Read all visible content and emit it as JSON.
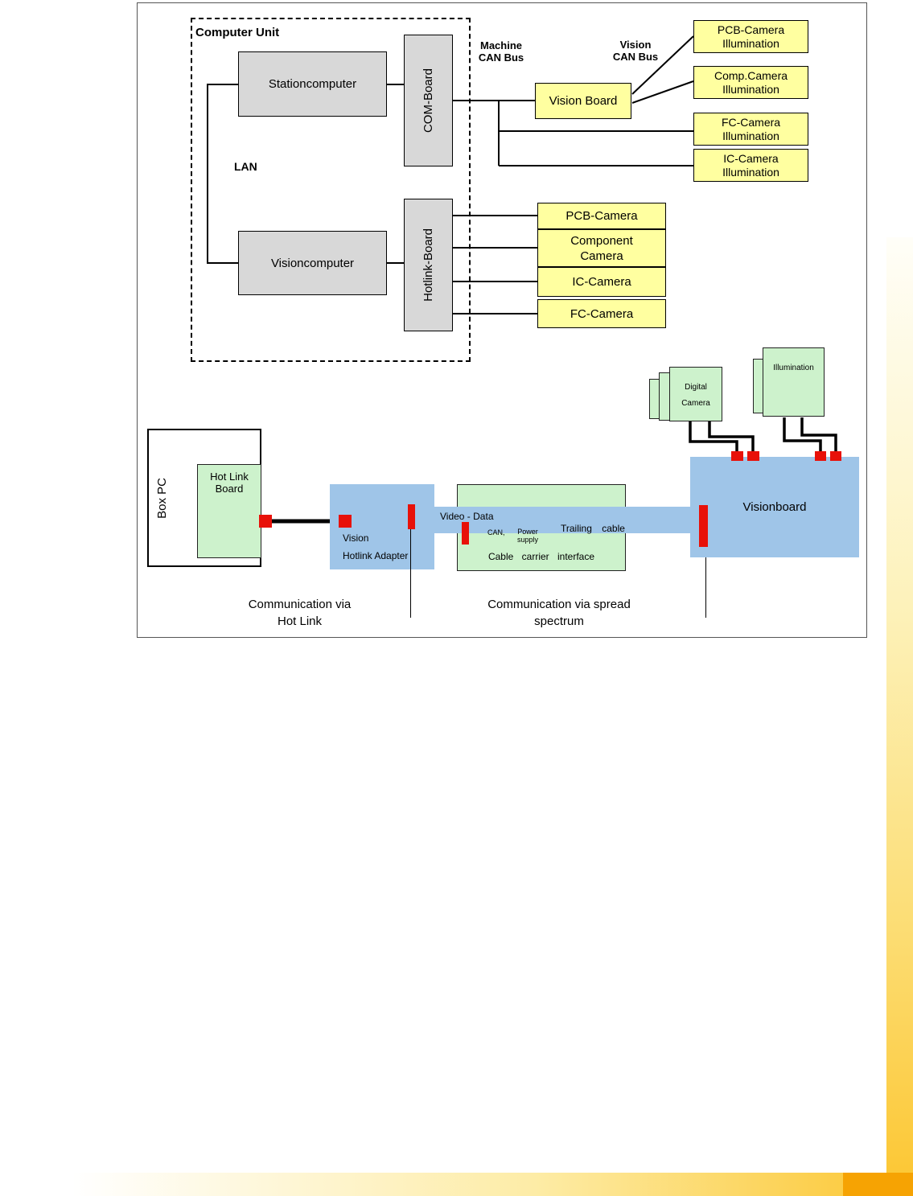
{
  "computer_unit": {
    "title": "Computer Unit",
    "stationcomputer": "Stationcomputer",
    "com_board": "COM-Board",
    "visioncomputer": "Visioncomputer",
    "hotlink_board": "Hotlink-Board",
    "lan": "LAN"
  },
  "bus": {
    "machine_can": "Machine\nCAN Bus",
    "vision_can": "Vision\nCAN Bus"
  },
  "vision_board": "Vision Board",
  "illumination_boxes": [
    {
      "label": "PCB-Camera\nIllumination"
    },
    {
      "label": "Comp.Camera\nIllumination"
    },
    {
      "label": "FC-Camera\nIllumination"
    },
    {
      "label": "IC-Camera\nIllumination"
    }
  ],
  "camera_boxes": [
    {
      "label": "PCB-Camera"
    },
    {
      "label": "Component\nCamera"
    },
    {
      "label": "IC-Camera"
    },
    {
      "label": "FC-Camera"
    }
  ],
  "lower": {
    "box_pc": "Box PC",
    "hot_link_board": "Hot Link\nBoard",
    "adapter": "Vision\nHotlink Adapter",
    "video_data": "Video - Data",
    "can": "CAN,",
    "power_supply": "Power\nsupply",
    "trailing_cable": "Trailing cable",
    "cable_carrier": "Cable carrier interface",
    "visionboard": "Visionboard",
    "digital_camera": "Digital\nCamera",
    "illumination": "Illumination"
  },
  "captions": {
    "hot_link": "Communication via\nHot Link",
    "spread_spectrum": "Communication via spread\nspectrum"
  },
  "colors": {
    "gray_box": "#d8d8d8",
    "yellow_box": "#ffffa0",
    "green_box": "#cdf2cc",
    "blue_box": "#9fc5e8",
    "connector_red": "#e81109",
    "accent_gold": "#fcc631",
    "accent_orange": "#f6a303"
  }
}
